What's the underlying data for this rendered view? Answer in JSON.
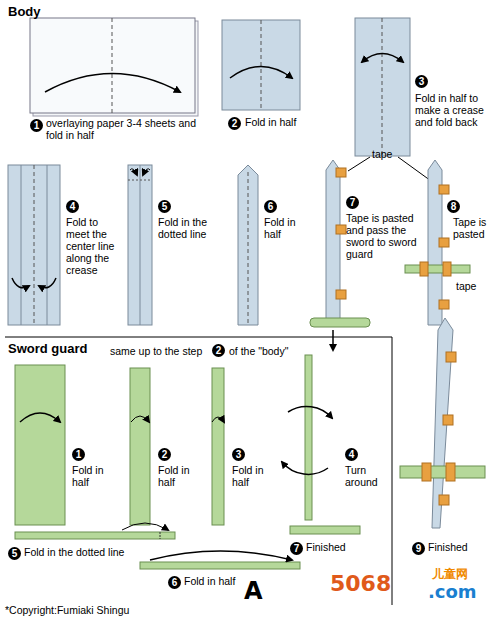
{
  "diagram": {
    "labels": [
      "Body",
      "1",
      "overlaying paper 3-4 sheets and fold in half",
      "2",
      "Fold in half",
      "3",
      "Fold in half to make a crease and fold back",
      "4",
      "Fold to meet the center line along the crease",
      "5",
      "Fold in the dotted line",
      "6",
      "Fold in half",
      "tape",
      "7",
      "Tape is pasted and pass the sword to sword guard",
      "8",
      "Tape is pasted",
      "tape",
      "Sword guard",
      "same up to the step",
      "2",
      "of the \"body\"",
      "1",
      "Fold in half",
      "2",
      "Fold in half",
      "3",
      "Fold in half",
      "4",
      "Turn around",
      "5",
      "Fold in the dotted line",
      "6",
      "Fold in half",
      "7",
      "Finished",
      "9",
      "Finished",
      "*Copyright:Fumiaki Shingu",
      "A",
      "5068",
      "儿童网",
      ".com"
    ]
  }
}
